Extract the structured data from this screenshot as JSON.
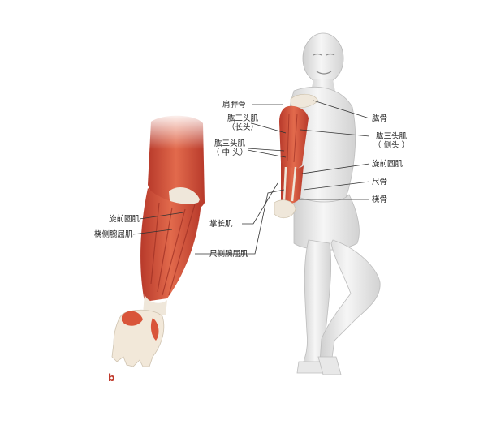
{
  "figure_letter": "b",
  "colors": {
    "muscle": "#d9553a",
    "muscle_dark": "#b5382a",
    "tendon": "#efe7da",
    "skin": "#f1f1f1",
    "skin_shadow": "#d6d6d6",
    "leader_line": "#333333",
    "figure_letter": "#c0392b"
  },
  "forearm_labels": {
    "pronator_teres": "旋前圆肌",
    "flexor_carpi_radialis": "桡侧腕屈肌"
  },
  "center_labels": {
    "palmaris_longus": "掌长肌",
    "flexor_carpi_ulnaris": "尺侧腕屈肌"
  },
  "body_left_labels": {
    "scapula": "肩胛骨",
    "triceps_long_line1": "肱三头肌",
    "triceps_long_line2": "（长头）",
    "triceps_medial_line1": "肱三头肌",
    "triceps_medial_line2": "（ 中 头）"
  },
  "body_right_labels": {
    "humerus": "肱骨",
    "triceps_lateral_line1": "肱三头肌",
    "triceps_lateral_line2": "（ 侧头 ）",
    "pronator_teres": "旋前圆肌",
    "ulna": "尺骨",
    "radius": "桡骨"
  }
}
